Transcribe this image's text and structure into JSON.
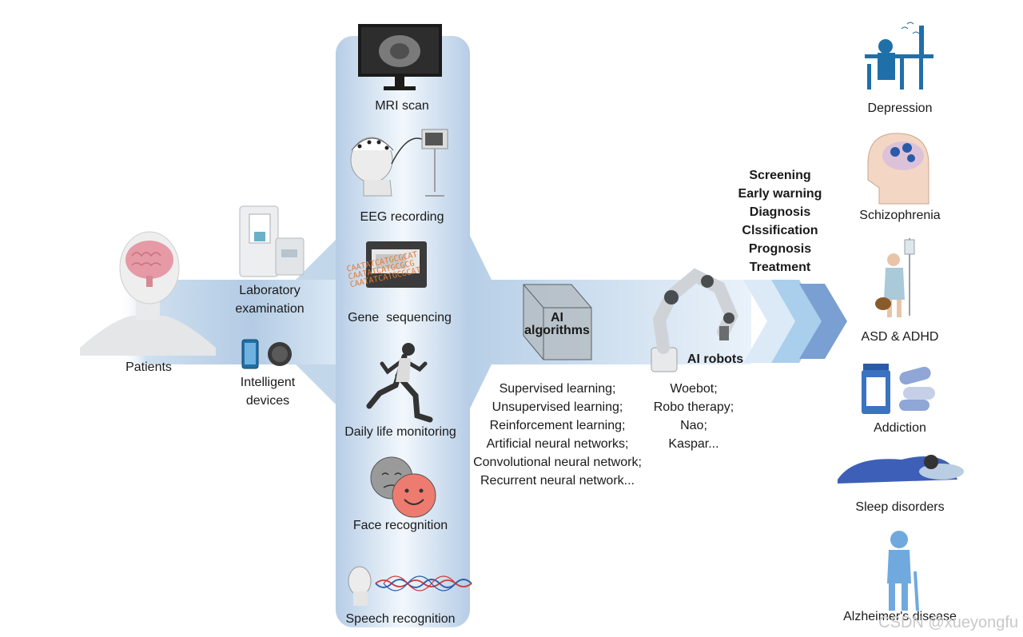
{
  "patients": {
    "label": "Patients"
  },
  "inputs": {
    "lab": {
      "label_line1": "Laboratory",
      "label_line2": "examination"
    },
    "devices": {
      "label_line1": "Intelligent",
      "label_line2": "devices"
    }
  },
  "data_sources": [
    {
      "label": "MRI scan"
    },
    {
      "label": "EEG recording"
    },
    {
      "label": "Gene  sequencing",
      "dna_text": [
        "CAATATCATGCGCAT",
        "CAATATCATGCGCG",
        "CAATATCATGCGCAT"
      ]
    },
    {
      "label": "Daily life monitoring"
    },
    {
      "label": "Face recognition"
    },
    {
      "label": "Speech recognition"
    }
  ],
  "ai_algorithms": {
    "box_line1": "AI",
    "box_line2": "algorithms",
    "methods": [
      "Supervised learning;",
      "Unsupervised learning;",
      "Reinforcement learning;",
      "Artificial neural networks;",
      "Convolutional neural network;",
      "Recurrent neural network..."
    ]
  },
  "ai_robots": {
    "title": "AI robots",
    "items": [
      "Woebot;",
      "Robo therapy;",
      "Nao;",
      "Kaspar..."
    ]
  },
  "applications": [
    "Screening",
    "Early warning",
    "Diagnosis",
    "Clssification",
    "Prognosis",
    "Treatment"
  ],
  "disorders": [
    {
      "label": "Depression"
    },
    {
      "label": "Schizophrenia"
    },
    {
      "label": "ASD & ADHD"
    },
    {
      "label": "Addiction"
    },
    {
      "label": "Sleep disorders"
    },
    {
      "label": "Alzheimer's disease"
    }
  ],
  "watermark": "CSDN @xueyongfu",
  "colors": {
    "band": "#b8cfe6",
    "band_dark": "#9dbcdc",
    "chevron_light": "#cfe3f3",
    "chevron_mid": "#a9cdea",
    "chevron_dark": "#7a9fd2",
    "accent_blue": "#1f6fa8"
  }
}
